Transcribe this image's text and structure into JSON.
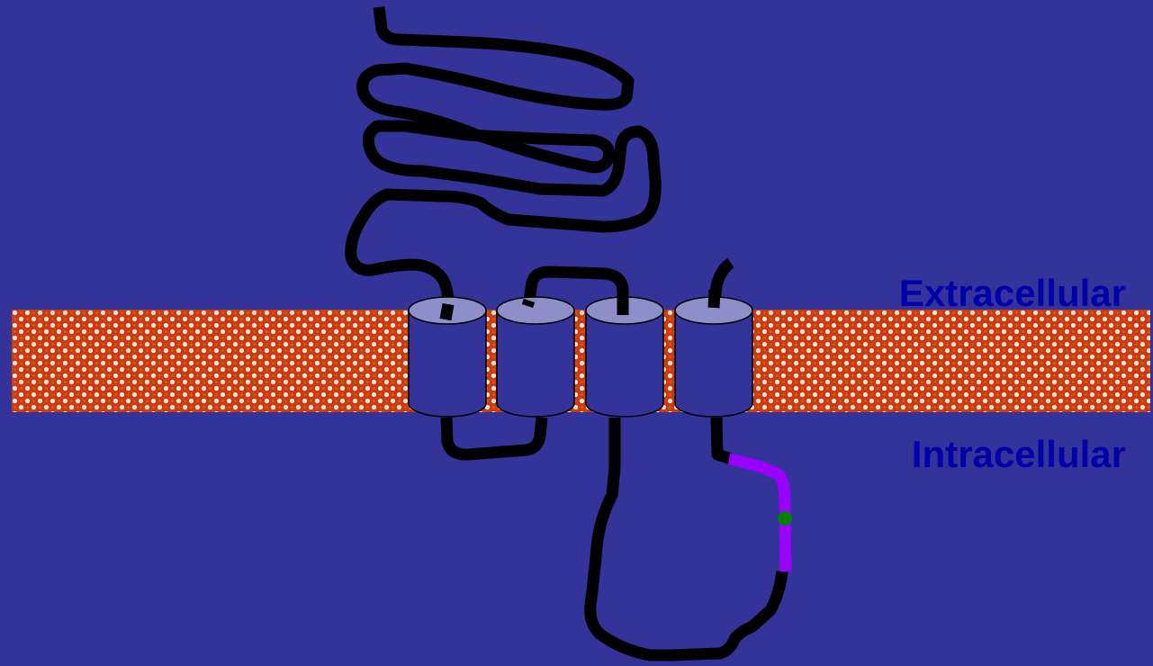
{
  "labels": {
    "extracellular": "Extracellular",
    "intracellular": "Intracellular"
  },
  "colors": {
    "background": "#333399",
    "membrane_base": "#c83c10",
    "membrane_dot": "#f4e4dc",
    "helix_body": "#333399",
    "helix_top": "#8e8ec8",
    "chain": "#000000",
    "highlight_segment": "#9900ff",
    "site_marker": "#008000",
    "label_text": "#0000aa"
  },
  "structure": {
    "transmembrane_helices": 4,
    "highlighted_cytoplasmic_segment": true,
    "site_markers": 1
  }
}
